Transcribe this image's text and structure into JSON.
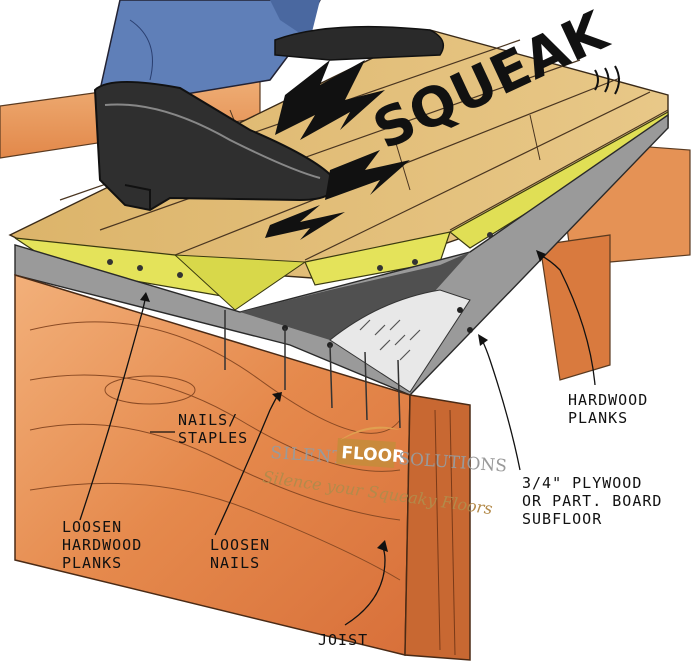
{
  "sound_effect": "SQUEAK",
  "labels": {
    "hardwood_planks": [
      "HARDWOOD",
      "PLANKS"
    ],
    "nails_staples": [
      "NAILS/",
      "STAPLES"
    ],
    "subfloor": [
      "3/4\" PLYWOOD",
      "OR PART. BOARD",
      "SUBFLOOR"
    ],
    "loosen_planks": [
      "LOOSEN",
      "HARDWOOD",
      "PLANKS"
    ],
    "loosen_nails": [
      "LOOSEN",
      "NAILS"
    ],
    "joist": "JOIST"
  },
  "logo": {
    "silent": "SILENT",
    "floor": "FLOOR",
    "solutions": "SOLUTIONS",
    "tagline": "Silence your Squeaky Floors"
  },
  "colors": {
    "plank": "#d9b268",
    "plank_dark": "#b98a3e",
    "joist": "#e08a4a",
    "joist_dark": "#c45a2a",
    "underlay_yellow": "#e4e35a",
    "subfloor_gray": "#8f8f8f",
    "logo_box": "#c98a3c"
  }
}
